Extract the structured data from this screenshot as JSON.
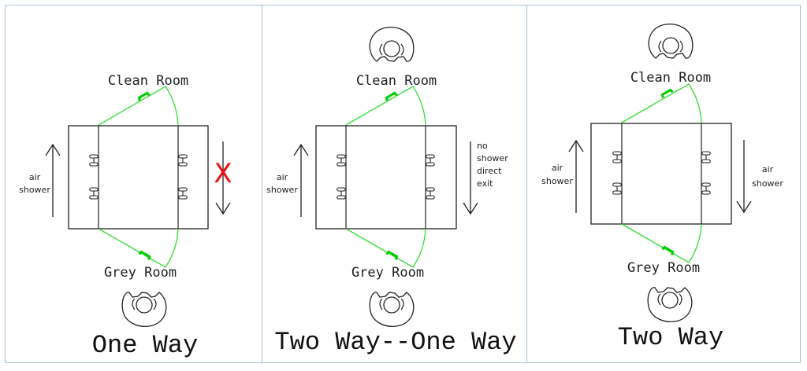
{
  "panels": [
    {
      "clean_label": "Clean Room",
      "grey_label": "Grey Room",
      "left_label_line1": "air",
      "left_label_line2": "shower",
      "blocked_mark": "X",
      "caption": "One Way"
    },
    {
      "clean_label": "Clean Room",
      "grey_label": "Grey Room",
      "left_label_line1": "air",
      "left_label_line2": "shower",
      "right_label_lines": [
        "no",
        "shower",
        "direct",
        "exit"
      ],
      "caption": "Two Way--One Way"
    },
    {
      "clean_label": "Clean Room",
      "grey_label": "Grey Room",
      "left_label_line1": "air",
      "left_label_line2": "shower",
      "right_label_line1": "air",
      "right_label_line2": "shower",
      "caption": "Two Way"
    }
  ],
  "colors": {
    "line": "#222222",
    "door": "#33dd33",
    "handle": "#00cc00",
    "blocked": "#ee1111",
    "border": "#a8c0d8"
  },
  "icons": [
    "person-top-view-icon",
    "up-arrow-icon",
    "down-arrow-icon",
    "door-handle-icon",
    "x-mark-icon"
  ]
}
